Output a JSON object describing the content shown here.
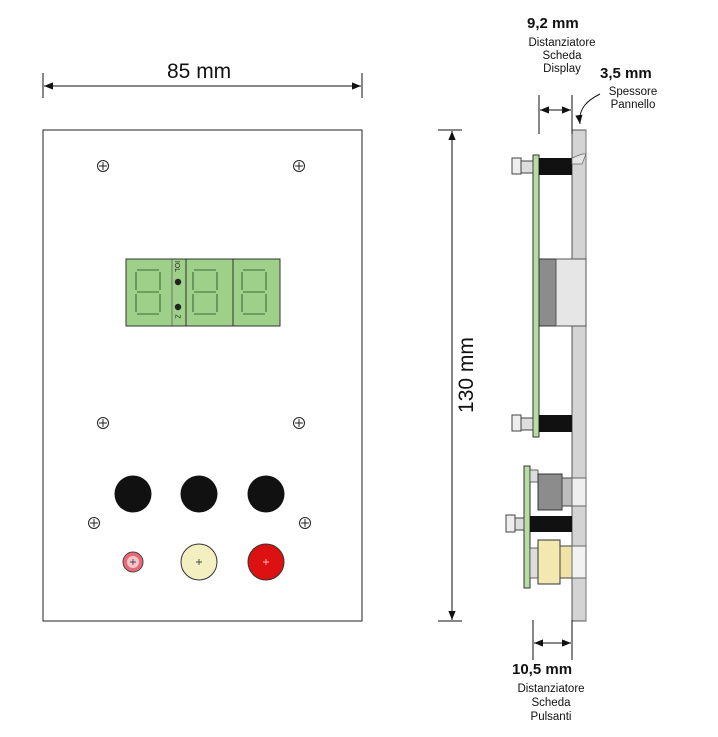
{
  "front_view": {
    "width_label": "85 mm",
    "height_label": "130 mm"
  },
  "side_view": {
    "display_spacer": {
      "value": "9,2 mm",
      "line1": "Distanziatore",
      "line2": "Scheda",
      "line3": "Display"
    },
    "panel_thickness": {
      "value": "3,5 mm",
      "line1": "Spessore",
      "line2": "Pannello"
    },
    "button_spacer": {
      "value": "10,5 mm",
      "line1": "Distanziatore",
      "line2": "Scheda",
      "line3": "Pulsanti"
    }
  },
  "display": {
    "digits": 3,
    "side_text_top": "IOL",
    "side_text_bottom": "Z"
  },
  "colors": {
    "panel": "#ffffff",
    "display_green": "#9fd08a",
    "pcb_green": "#b8dca4",
    "button_black": "#111111",
    "led_pink": "#e86a78",
    "led_cream": "#f4efc0",
    "led_red": "#dd1111",
    "side_panel_gray": "#cfcfcf",
    "connector_yellow": "#f2e8b0"
  }
}
